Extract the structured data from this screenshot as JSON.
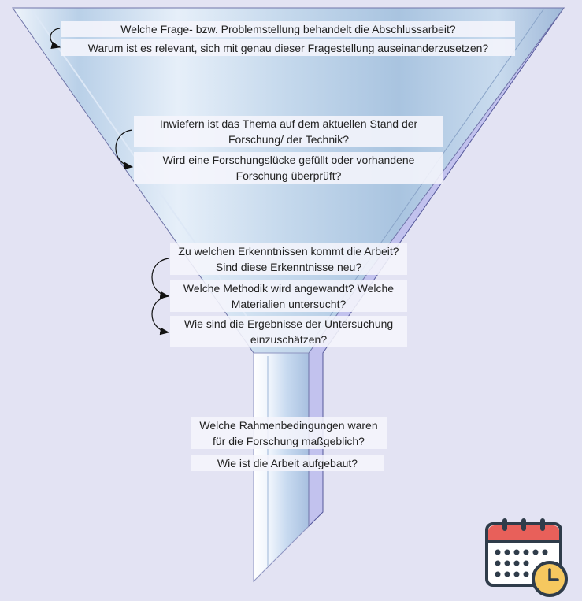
{
  "questions": {
    "q1": "Welche Frage- bzw. Problemstellung behandelt die Abschlussarbeit?",
    "q2": "Warum ist es relevant, sich mit genau dieser Fragestellung auseinanderzusetzen?",
    "q3": "Inwiefern ist das Thema auf dem aktuellen Stand der\nForschung/ der Technik?",
    "q4": "Wird eine Forschungslücke gefüllt oder vorhandene\nForschung überprüft?",
    "q5": "Zu welchen Erkenntnissen kommt die Arbeit?\nSind diese Erkenntnisse neu?",
    "q6": "Welche Methodik wird angewandt? Welche\nMaterialien untersucht?",
    "q7": "Wie sind die Ergebnisse der Untersuchung\neinzuschätzen?",
    "q8": "Welche Rahmenbedingungen waren\nfür die Forschung maßgeblich?",
    "q9": "Wie ist die Arbeit aufgebaut?"
  },
  "colors": {
    "background": "#e3e3f3",
    "funnel_glass": "#b8cfe6",
    "funnel_edge": "#6f74a8",
    "calendar_header": "#e8605a",
    "calendar_outline": "#2f3c4a",
    "clock_face": "#f6c85f"
  },
  "icons": {
    "calendar": "calendar-clock-icon"
  }
}
